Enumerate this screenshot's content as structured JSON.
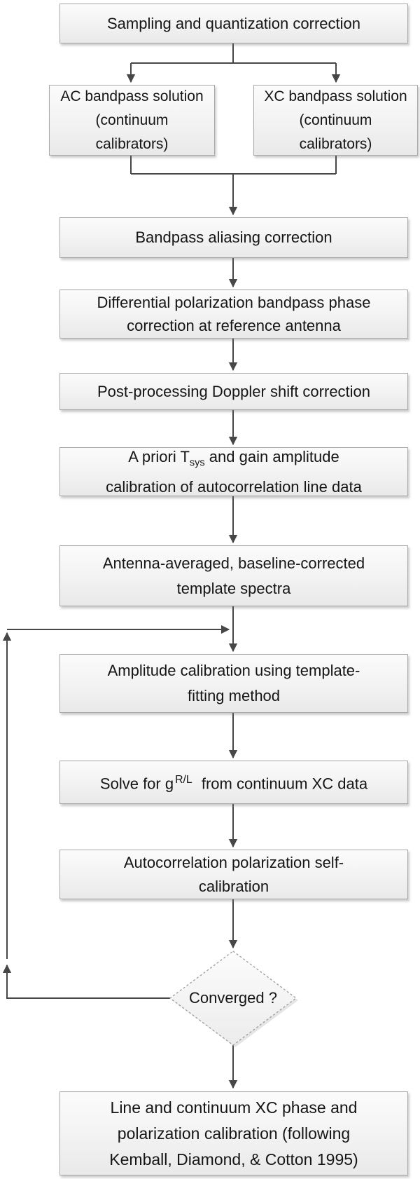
{
  "diagram": {
    "description": "Calibration pipeline flowchart",
    "colors": {
      "arrow": "#474747",
      "box_border": "#a8a8a8",
      "box_fill_top": "#fbfbfb",
      "box_fill_bottom": "#e9e9e9",
      "diamond_border": "#9a9a9a",
      "text": "#151515",
      "background": "#ffffff"
    },
    "boxes": {
      "sampling": {
        "lines": [
          "Sampling and quantization correction"
        ]
      },
      "ac_bandpass": {
        "lines": [
          "AC bandpass solution",
          "(continuum",
          "calibrators)"
        ]
      },
      "xc_bandpass": {
        "lines": [
          "XC bandpass solution",
          "(continuum",
          "calibrators)"
        ]
      },
      "aliasing": {
        "lines": [
          "Bandpass aliasing correction"
        ]
      },
      "diff_pol": {
        "lines": [
          "Differential polarization bandpass phase",
          "correction at reference antenna"
        ]
      },
      "doppler": {
        "lines": [
          "Post-processing Doppler shift correction"
        ]
      },
      "apriori": {
        "line1_pre": "A priori T",
        "line1_sub": "sys",
        "line1_post": " and gain amplitude",
        "line2": "calibration of autocorrelation line data"
      },
      "template_spectra": {
        "lines": [
          "Antenna-averaged, baseline-corrected",
          "template spectra"
        ]
      },
      "amp_cal": {
        "lines": [
          "Amplitude calibration using template-",
          "fitting method"
        ]
      },
      "solve_g": {
        "pre": "Solve for g",
        "sup": "R/L",
        "post": " from continuum XC data"
      },
      "ac_polcal": {
        "lines": [
          "Autocorrelation polarization self-",
          "calibration"
        ]
      },
      "converged": {
        "label": "Converged ?"
      },
      "final": {
        "lines": [
          "Line and continuum XC phase and",
          "polarization calibration (following",
          "Kemball, Diamond, & Cotton 1995)"
        ]
      }
    }
  }
}
